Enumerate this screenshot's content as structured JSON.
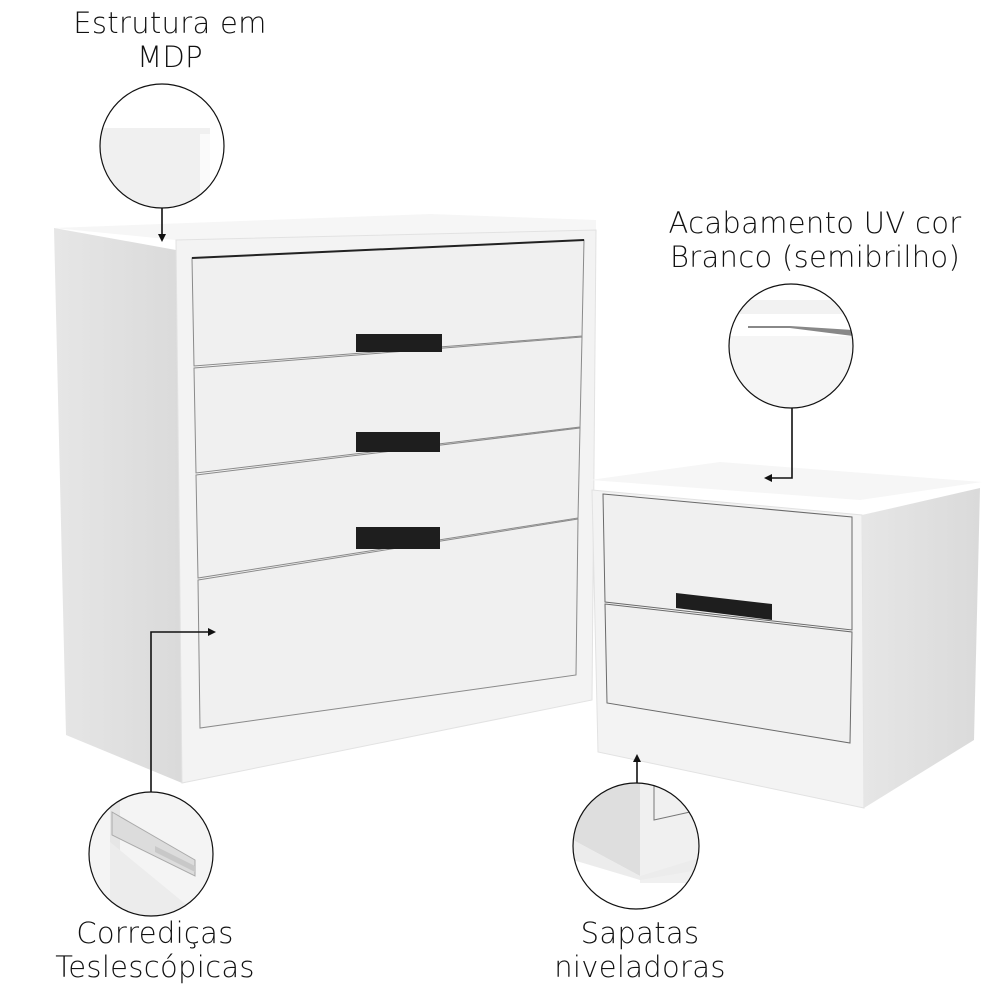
{
  "image": {
    "description": "Product feature infographic: white 4-drawer dresser and 2-drawer nightstand with callout magnifier circles",
    "background": "#ffffff",
    "furniture_color": "#f2f2f2",
    "handle_color": "#1e1e1e"
  },
  "callouts": [
    {
      "id": "estrutura",
      "line1": "Estrutura em",
      "line2": "MDP"
    },
    {
      "id": "acabamento",
      "line1": "Acabamento UV cor",
      "line2": "Branco (semibrilho)"
    },
    {
      "id": "corredicas",
      "line1": "Corrediças",
      "line2": "Teslescópicas"
    },
    {
      "id": "sapatas",
      "line1": "Sapatas",
      "line2": "niveladoras"
    }
  ],
  "products": {
    "dresser": {
      "drawers": 4,
      "handles": 3
    },
    "nightstand": {
      "drawers": 2,
      "handles": 1
    }
  }
}
